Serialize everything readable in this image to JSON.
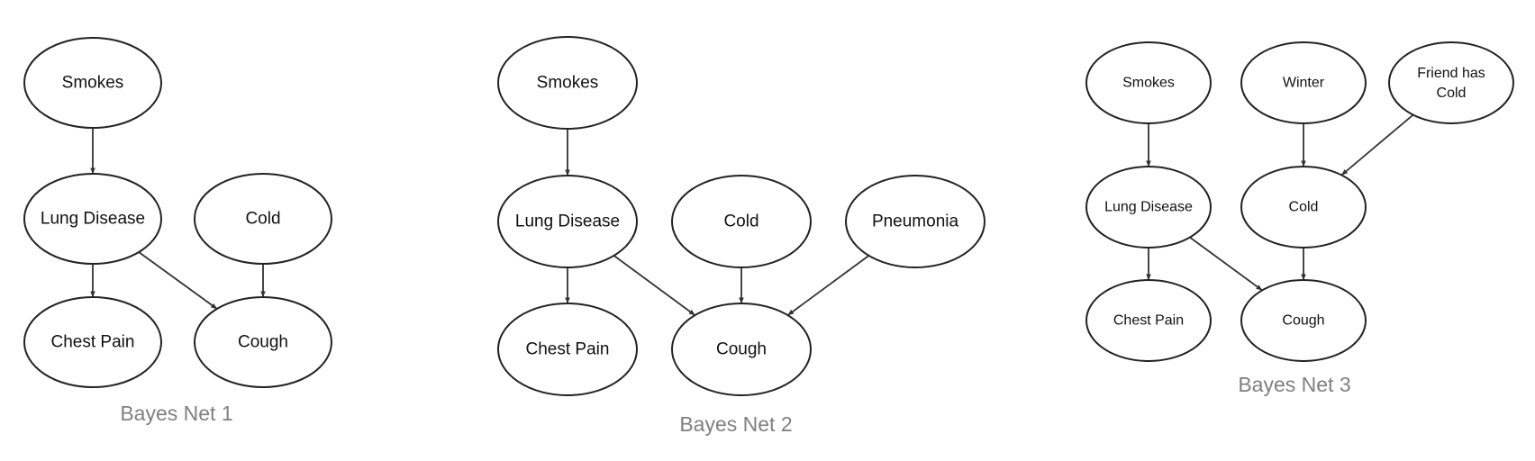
{
  "nets": [
    {
      "id": "net1",
      "caption": "Bayes Net 1",
      "nodes": [
        {
          "id": "smokes",
          "label": "Smokes"
        },
        {
          "id": "lung_disease",
          "label": "Lung Disease"
        },
        {
          "id": "cold",
          "label": "Cold"
        },
        {
          "id": "chest_pain",
          "label": "Chest Pain"
        },
        {
          "id": "cough",
          "label": "Cough"
        }
      ],
      "edges": [
        {
          "from": "smokes",
          "to": "lung_disease"
        },
        {
          "from": "lung_disease",
          "to": "chest_pain"
        },
        {
          "from": "lung_disease",
          "to": "cough"
        },
        {
          "from": "cold",
          "to": "cough"
        }
      ]
    },
    {
      "id": "net2",
      "caption": "Bayes Net 2",
      "nodes": [
        {
          "id": "smokes",
          "label": "Smokes"
        },
        {
          "id": "lung_disease",
          "label": "Lung Disease"
        },
        {
          "id": "cold",
          "label": "Cold"
        },
        {
          "id": "pneumonia",
          "label": "Pneumonia"
        },
        {
          "id": "chest_pain",
          "label": "Chest Pain"
        },
        {
          "id": "cough",
          "label": "Cough"
        }
      ],
      "edges": [
        {
          "from": "smokes",
          "to": "lung_disease"
        },
        {
          "from": "lung_disease",
          "to": "chest_pain"
        },
        {
          "from": "lung_disease",
          "to": "cough"
        },
        {
          "from": "cold",
          "to": "cough"
        },
        {
          "from": "pneumonia",
          "to": "cough"
        }
      ]
    },
    {
      "id": "net3",
      "caption": "Bayes Net 3",
      "nodes": [
        {
          "id": "smokes",
          "label": "Smokes"
        },
        {
          "id": "winter",
          "label": "Winter"
        },
        {
          "id": "friend_cold",
          "label": "Friend has Cold",
          "lines": [
            "Friend has",
            "Cold"
          ]
        },
        {
          "id": "lung_disease",
          "label": "Lung Disease"
        },
        {
          "id": "cold",
          "label": "Cold"
        },
        {
          "id": "chest_pain",
          "label": "Chest Pain"
        },
        {
          "id": "cough",
          "label": "Cough"
        }
      ],
      "edges": [
        {
          "from": "smokes",
          "to": "lung_disease"
        },
        {
          "from": "winter",
          "to": "cold"
        },
        {
          "from": "friend_cold",
          "to": "cold"
        },
        {
          "from": "lung_disease",
          "to": "chest_pain"
        },
        {
          "from": "lung_disease",
          "to": "cough"
        },
        {
          "from": "cold",
          "to": "cough"
        }
      ]
    }
  ]
}
